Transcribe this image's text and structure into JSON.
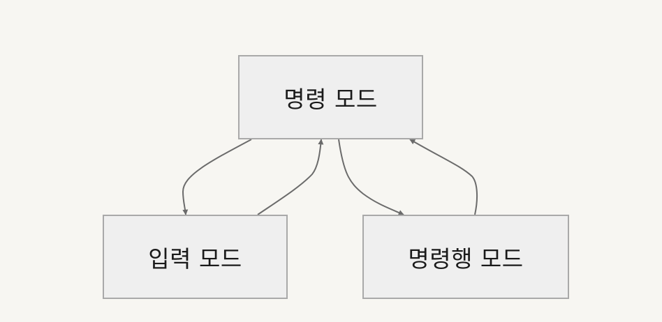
{
  "nodes": {
    "command_mode": {
      "label": "명령 모드"
    },
    "insert_mode": {
      "label": "입력 모드"
    },
    "cmdline_mode": {
      "label": "명령행 모드"
    }
  },
  "edges": [
    {
      "from": "command_mode",
      "to": "insert_mode"
    },
    {
      "from": "insert_mode",
      "to": "command_mode"
    },
    {
      "from": "command_mode",
      "to": "cmdline_mode"
    },
    {
      "from": "cmdline_mode",
      "to": "command_mode"
    }
  ],
  "colors": {
    "background": "#f7f6f2",
    "node_fill": "#efefef",
    "node_border": "#a9a9a9",
    "edge": "#6b6b6b"
  }
}
